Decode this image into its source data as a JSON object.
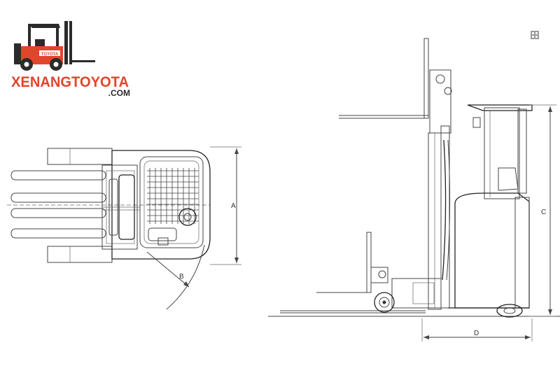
{
  "logo": {
    "brand": "XENANGTOYOTA",
    "domain": ".COM",
    "badge": "TOYOTA",
    "brand_color": "#e0462c",
    "text_color": "#e0462c",
    "dark_color": "#2b2b2b"
  },
  "dimensions": {
    "a": "A",
    "b": "B",
    "c": "C",
    "d": "D"
  },
  "corner_icon": "expand-icon"
}
